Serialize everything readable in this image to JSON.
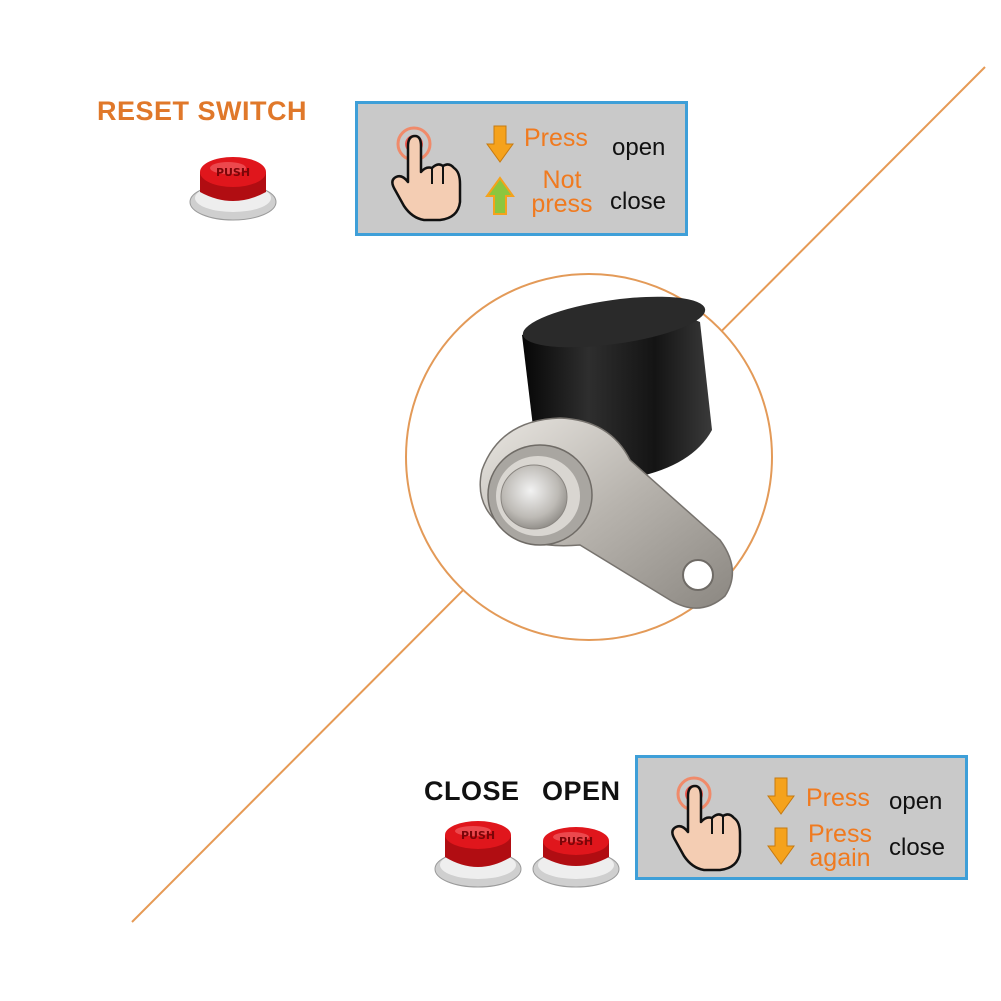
{
  "colors": {
    "accent_orange": "#f07a1f",
    "panel_border": "#3e9fd8",
    "panel_bg": "#c9c9c9",
    "button_red": "#d8141a"
  },
  "reset_switch": {
    "heading": "RESET SWITCH",
    "button_label": "PUSH",
    "legend": {
      "hand_icon": "tap-hand-icon",
      "rows": [
        {
          "arrow": "down-arrow-icon",
          "action": "Press",
          "result": "open"
        },
        {
          "arrow": "up-arrow-icon",
          "action_line1": "Not",
          "action_line2": "press",
          "result": "close"
        }
      ]
    }
  },
  "latching_switch": {
    "heading_close": "CLOSE",
    "heading_open": "OPEN",
    "button_label": "PUSH",
    "legend": {
      "hand_icon": "tap-hand-icon",
      "rows": [
        {
          "arrow": "down-arrow-icon",
          "action": "Press",
          "result": "open"
        },
        {
          "arrow": "down-arrow-icon",
          "action_line1": "Press",
          "action_line2": "again",
          "result": "close"
        }
      ]
    }
  },
  "product_image": {
    "subject": "switch-product-photo"
  }
}
